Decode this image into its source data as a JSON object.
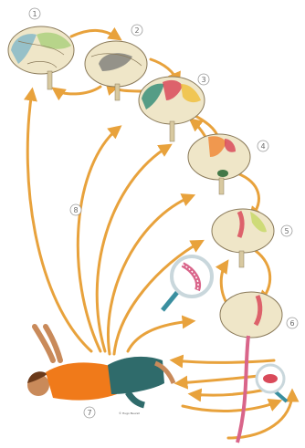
{
  "steps": [
    {
      "label": "1"
    },
    {
      "label": "2"
    },
    {
      "label": "3"
    },
    {
      "label": "4"
    },
    {
      "label": "5"
    },
    {
      "label": "6"
    },
    {
      "label": "7"
    },
    {
      "label": "8"
    }
  ],
  "figure_caption": "© Hugo Beuret",
  "colors": {
    "arrow": "#e8a23c",
    "brain": "#efe6c8",
    "brain_outline": "#8a7a5a",
    "shirt": "#f07a1a",
    "pants": "#2f6b6b",
    "skin": "#c98a5a",
    "spinal_cord": "#d9658a",
    "lens_ring": "#3a8fa0"
  }
}
